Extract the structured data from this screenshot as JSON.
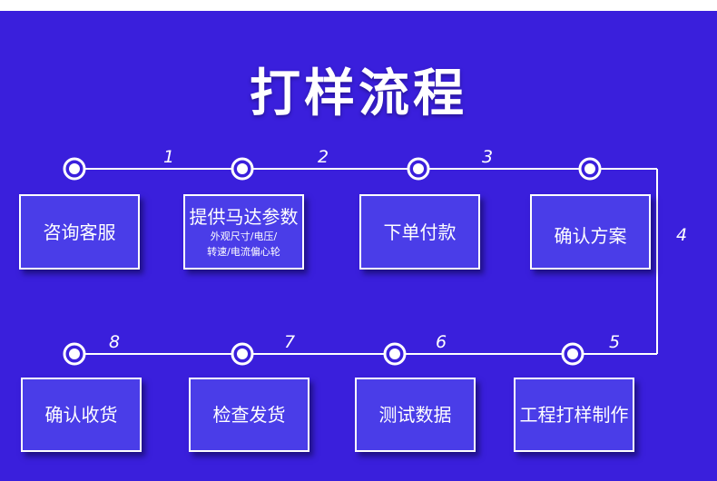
{
  "title": "打样流程",
  "steps": [
    {
      "num": "1",
      "label": "咨询客服"
    },
    {
      "num": "2",
      "label": "提供马达参数",
      "sub1": "外观尺寸/电压/",
      "sub2": "转速/电流偏心轮"
    },
    {
      "num": "3",
      "label": "下单付款"
    },
    {
      "num": "4",
      "label": "确认方案"
    },
    {
      "num": "5",
      "label": "工程打样制作"
    },
    {
      "num": "6",
      "label": "测试数据"
    },
    {
      "num": "7",
      "label": "检查发货"
    },
    {
      "num": "8",
      "label": "确认收货"
    }
  ],
  "colors": {
    "background": "#3a1fdc",
    "line": "#ffffff",
    "box_fill": "#4a3de8"
  }
}
